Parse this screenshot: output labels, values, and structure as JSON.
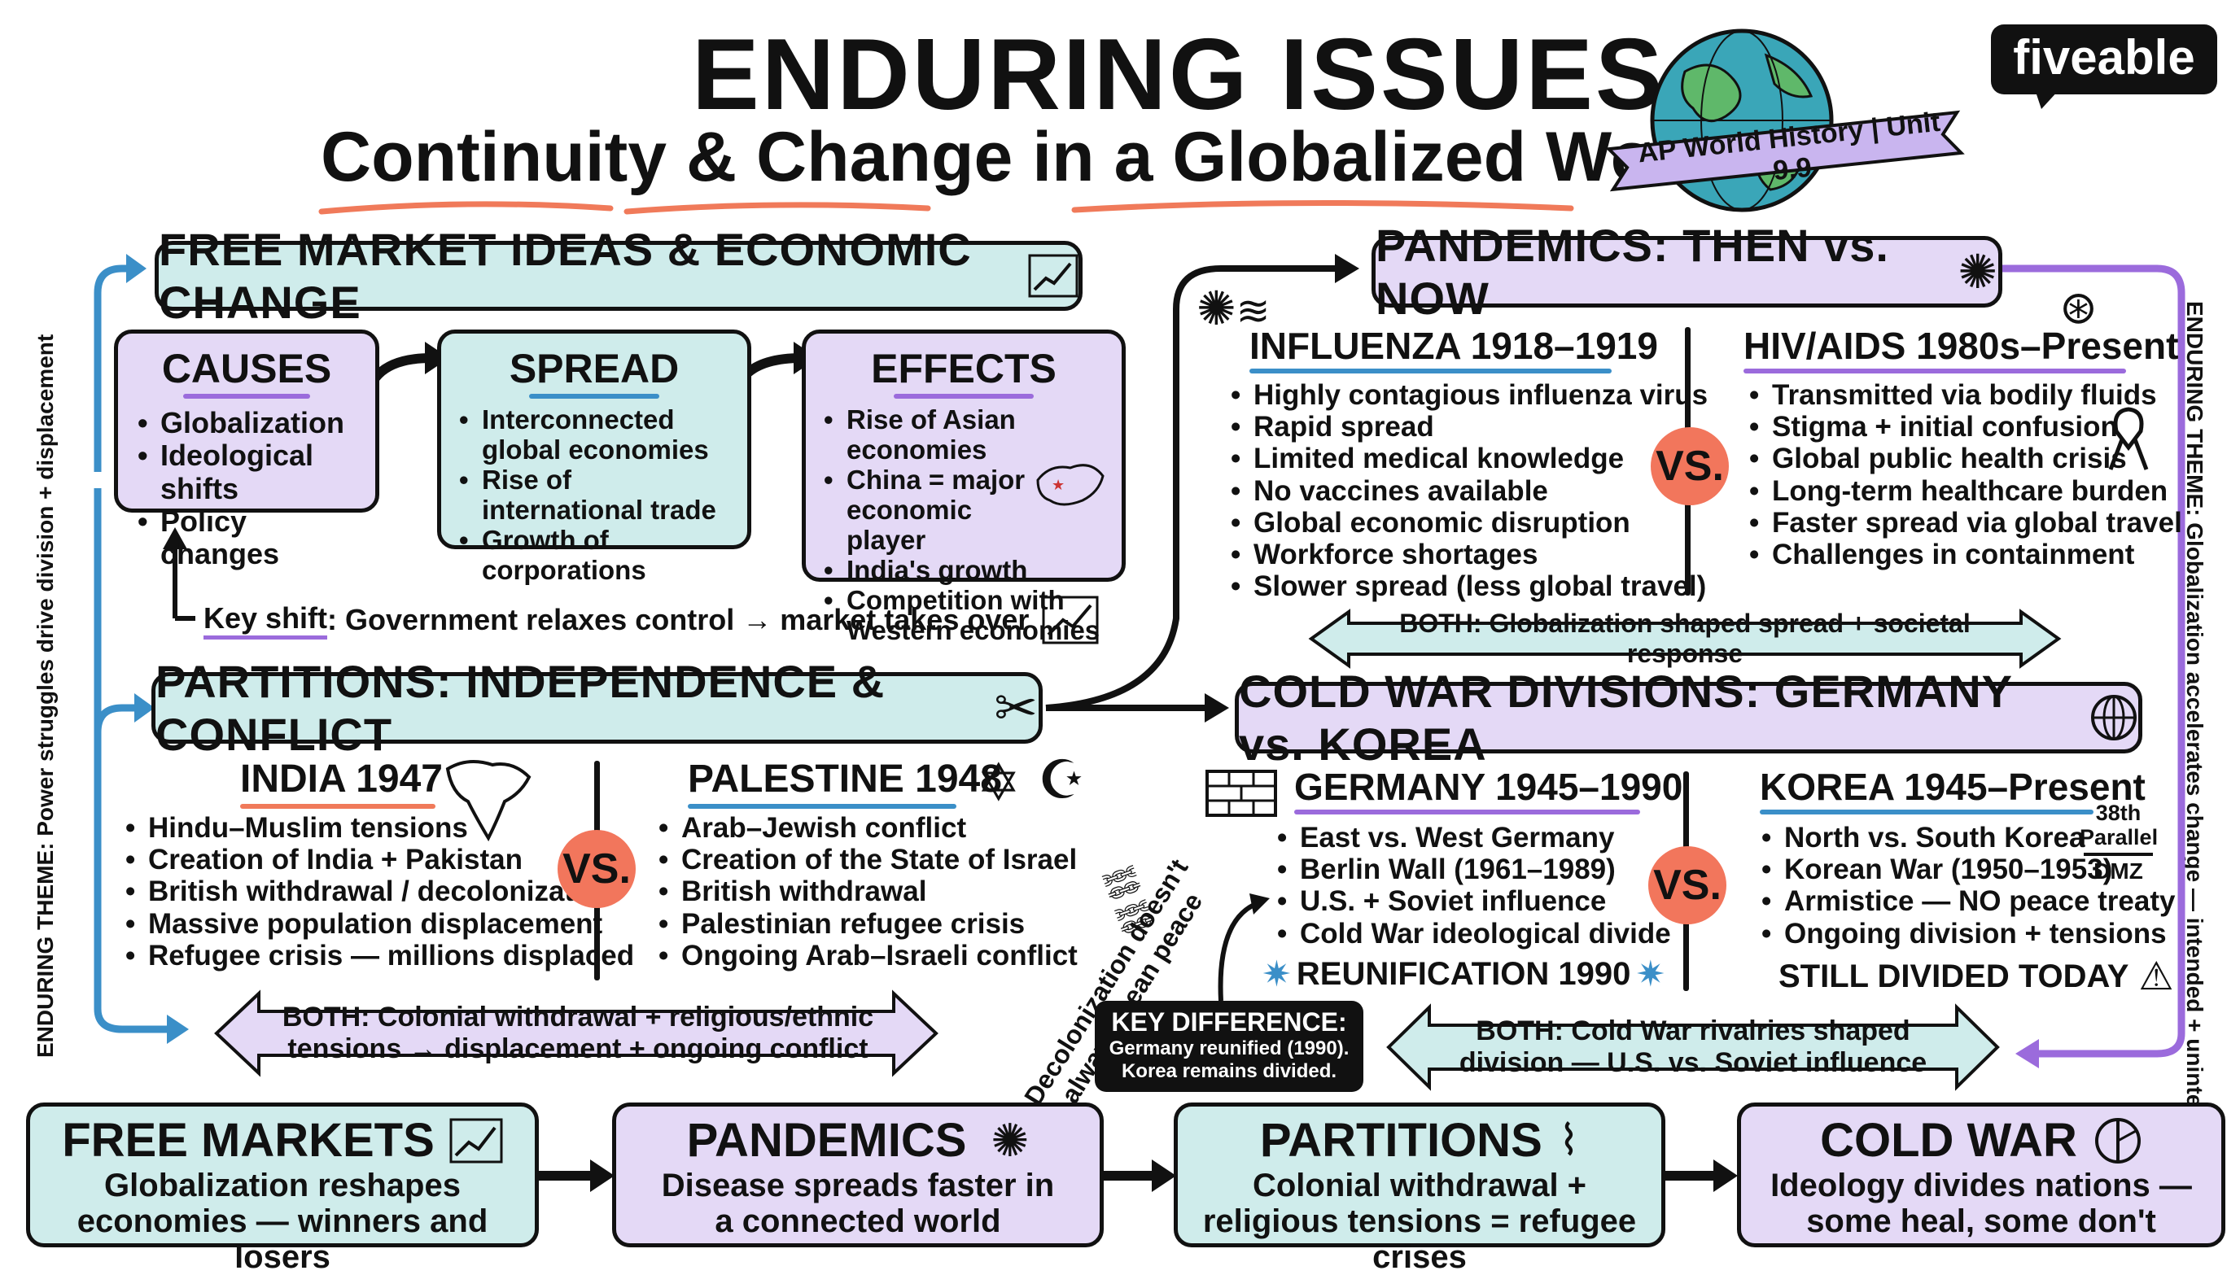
{
  "title": "ENDURING ISSUES",
  "subtitle": "Continuity & Change in a Globalized World",
  "badge": "AP World History | Unit 9.9",
  "brand": "fiveable",
  "side_left": "ENDURING THEME: Power struggles drive division + displacement",
  "side_right": "ENDURING THEME: Globalization accelerates change — intended + unintended",
  "free_market": {
    "title": "FREE MARKET IDEAS & ECONOMIC CHANGE",
    "causes": {
      "title": "CAUSES",
      "items": [
        "Globalization",
        "Ideological shifts",
        "Policy changes"
      ]
    },
    "spread": {
      "title": "SPREAD",
      "items": [
        "Interconnected global economies",
        "Rise of international trade",
        "Growth of corporations"
      ]
    },
    "effects": {
      "title": "EFFECTS",
      "items": [
        "Rise of Asian economies",
        "China = major economic player",
        "India's growth",
        "Competition with Western economies"
      ]
    },
    "key_shift_label": "Key shift",
    "key_shift_text": ": Government relaxes control → market takes over"
  },
  "partitions": {
    "title": "PARTITIONS: INDEPENDENCE & CONFLICT",
    "india": {
      "title": "INDIA 1947",
      "items": [
        "Hindu–Muslim tensions",
        "Creation of India + Pakistan",
        "British withdrawal / decolonization",
        "Massive population displacement",
        "Refugee crisis — millions displaced"
      ]
    },
    "palestine": {
      "title": "PALESTINE 1948",
      "items": [
        "Arab–Jewish conflict",
        "Creation of the State of Israel",
        "British withdrawal",
        "Palestinian refugee crisis",
        "Ongoing Arab–Israeli conflict"
      ]
    },
    "vs": "VS.",
    "both": "BOTH: Colonial withdrawal + religious/ethnic tensions → displacement + ongoing conflict",
    "note": "Decolonization doesn't always mean peace"
  },
  "pandemics": {
    "title": "PANDEMICS: THEN vs. NOW",
    "influenza": {
      "title": "INFLUENZA 1918–1919",
      "items": [
        "Highly contagious influenza virus",
        "Rapid spread",
        "Limited medical knowledge",
        "No vaccines available",
        "Global economic disruption",
        "Workforce shortages",
        "Slower spread (less global travel)"
      ]
    },
    "hiv": {
      "title": "HIV/AIDS 1980s–Present",
      "items": [
        "Transmitted via bodily fluids",
        "Stigma + initial confusion",
        "Global public health crisis",
        "Long-term healthcare burden",
        "Faster spread via global travel",
        "Challenges in containment"
      ]
    },
    "vs": "VS.",
    "both": "BOTH: Globalization shaped spread + societal response"
  },
  "cold_war": {
    "title": "COLD WAR DIVISIONS: GERMANY vs. KOREA",
    "germany": {
      "title": "GERMANY 1945–1990",
      "items": [
        "East vs. West Germany",
        "Berlin Wall (1961–1989)",
        "U.S. + Soviet influence",
        "Cold War ideological divide"
      ],
      "highlight": "REUNIFICATION 1990"
    },
    "korea": {
      "title": "KOREA 1945–Present",
      "items": [
        "North vs. South Korea",
        "Korean War (1950–1953)",
        "Armistice — NO peace treaty",
        "Ongoing division + tensions"
      ],
      "highlight": "STILL DIVIDED TODAY",
      "parallel_label": "38th Parallel",
      "dmz": "DMZ"
    },
    "vs": "VS.",
    "key_difference_title": "KEY DIFFERENCE:",
    "key_difference_text": "Germany reunified (1990). Korea remains divided.",
    "both": "BOTH: Cold War rivalries shaped division — U.S. vs. Soviet influence"
  },
  "summary": [
    {
      "title": "FREE MARKETS",
      "text": "Globalization reshapes economies — winners and losers"
    },
    {
      "title": "PANDEMICS",
      "text": "Disease spreads faster in a connected world"
    },
    {
      "title": "PARTITIONS",
      "text": "Colonial withdrawal + religious tensions = refugee crises"
    },
    {
      "title": "COLD WAR",
      "text": "Ideology divides nations — some heal, some don't"
    }
  ],
  "colors": {
    "teal": "#cfeceb",
    "lavender": "#e4d9f6",
    "vs_red": "#f2765c",
    "blue_arrow": "#3b8fc8",
    "purple_arrow": "#9b6bdc",
    "underline_red": "#f07a5a"
  }
}
